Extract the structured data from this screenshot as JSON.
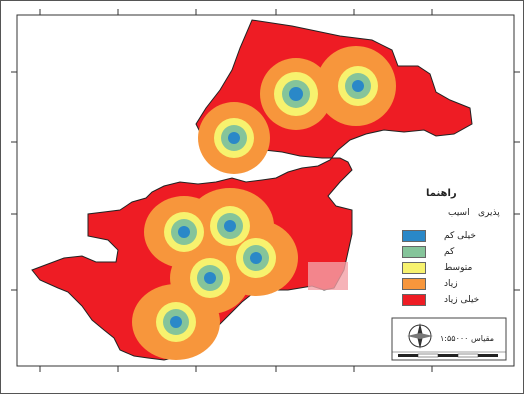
{
  "legend": {
    "title_left": "اسیب",
    "title_right": "پذیری",
    "heading": "راهنما",
    "items": [
      {
        "label": "خیلی کم",
        "color": "#2a88c8"
      },
      {
        "label": "کم",
        "color": "#85c49a"
      },
      {
        "label": "متوسط",
        "color": "#f7f26e"
      },
      {
        "label": "زیاد",
        "color": "#f7963c"
      },
      {
        "label": "خیلی زیاد",
        "color": "#ee1c24"
      }
    ]
  },
  "scale": {
    "label": "مقیاس ۱:۵۵۰۰۰"
  },
  "colors": {
    "very_high": "#ee1c24",
    "high": "#f7963c",
    "medium": "#f7f26e",
    "low": "#85c49a",
    "very_low": "#2a88c8"
  },
  "icons": {
    "north_arrow": "compass-icon"
  }
}
